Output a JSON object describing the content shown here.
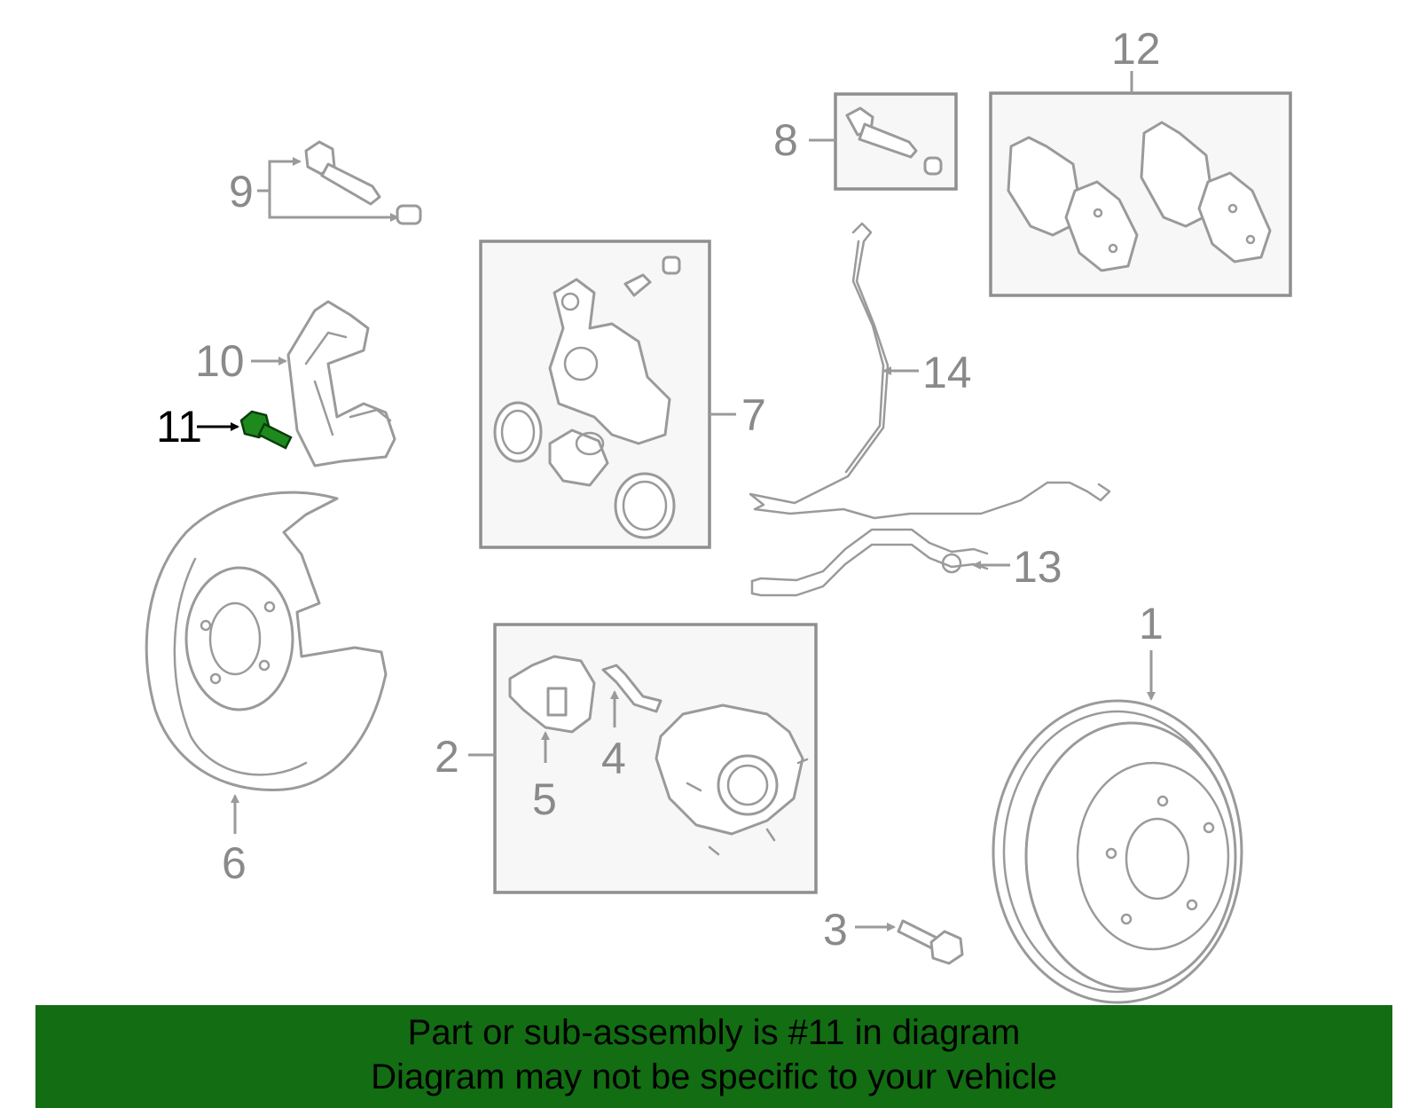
{
  "diagram": {
    "highlighted_part": "11",
    "callouts": [
      "1",
      "2",
      "3",
      "4",
      "5",
      "6",
      "7",
      "8",
      "9",
      "10",
      "11",
      "12",
      "13",
      "14"
    ],
    "colors": {
      "highlight": "#1e8a1e",
      "banner": "#136d13",
      "line": "#9a9a9a"
    }
  },
  "banner": {
    "line1": "Part or sub-assembly is #11 in diagram",
    "line2": "Diagram may not be specific to your vehicle"
  }
}
